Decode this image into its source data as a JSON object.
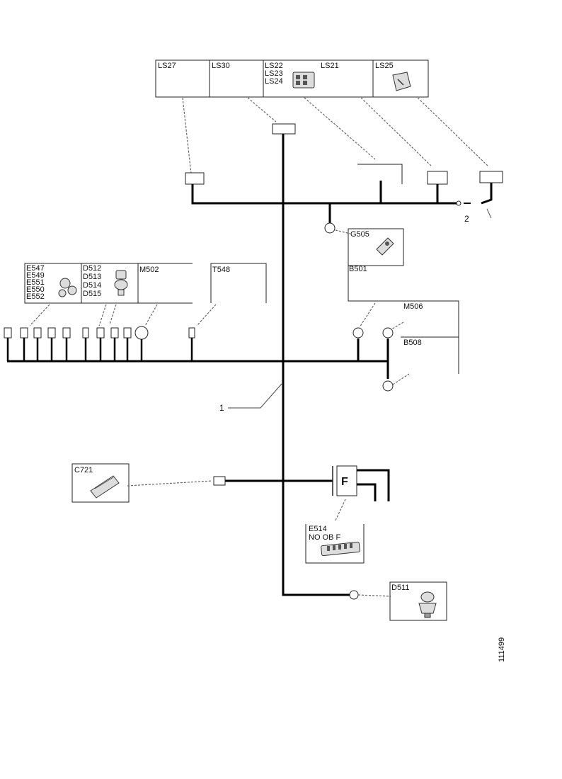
{
  "components": {
    "LS27": "LS27",
    "LS30": "LS30",
    "LS22_stack": [
      "LS22",
      "LS23",
      "LS24"
    ],
    "LS21": "LS21",
    "LS25": "LS25",
    "G505": "G505",
    "B501": "B501",
    "E_stack": [
      "E547",
      "E549",
      "E551",
      "E550",
      "E552"
    ],
    "D_stack": [
      "D512",
      "D513",
      "D514",
      "D515"
    ],
    "M502": "M502",
    "T548": "T548",
    "M506": "M506",
    "B508": "B508",
    "C721": "C721",
    "E514": "E514",
    "E514_note": "NO OB F",
    "D511": "D511"
  },
  "callouts": {
    "harness": "1",
    "ground": "2"
  },
  "fuse_letter": "F",
  "figure_id": "111499"
}
